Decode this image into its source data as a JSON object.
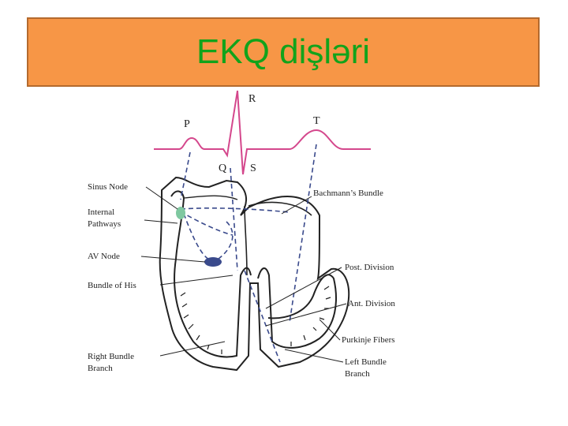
{
  "slide": {
    "title": "EKQ dişləri",
    "title_color": "#12a31b",
    "title_bg": "#f79646"
  },
  "diagram": {
    "ecg_color": "#d4478c",
    "pathway_color": "#3a4a8c",
    "waves": {
      "p": "P",
      "q": "Q",
      "r": "R",
      "s": "S",
      "t": "T"
    },
    "labels": {
      "sinus_node": "Sinus Node",
      "internal_pathways_1": "Internal",
      "internal_pathways_2": "Pathways",
      "av_node": "AV Node",
      "bundle_of_his": "Bundle of His",
      "right_bundle_1": "Right Bundle",
      "right_bundle_2": "Branch",
      "bachmann": "Bachmann’s Bundle",
      "post_division": "Post. Division",
      "ant_division": "Ant. Division",
      "purkinje": "Purkinje Fibers",
      "left_bundle_1": "Left Bundle",
      "left_bundle_2": "Branch"
    }
  }
}
